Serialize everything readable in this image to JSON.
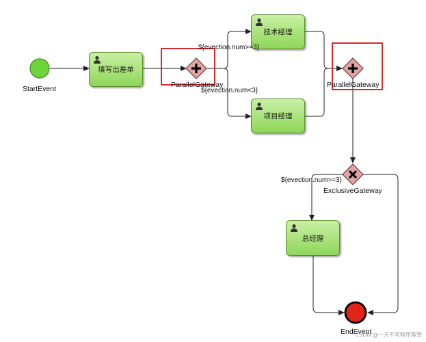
{
  "nodes": {
    "start": {
      "label": "StartEvent"
    },
    "fill": {
      "label": "填写出差单"
    },
    "pg1": {
      "label": "ParallelGateway"
    },
    "tech": {
      "label": "技术经理"
    },
    "proj": {
      "label": "项目经理"
    },
    "pg2": {
      "label": "ParallelGateway"
    },
    "eg": {
      "label": "ExclusiveGateway"
    },
    "gm": {
      "label": "总经理"
    },
    "end": {
      "label": "EndEvent"
    }
  },
  "conditions": {
    "tech": "${evection.num>=3}",
    "proj": "${evection.num<3}",
    "gm": "${evection.num>=3}"
  },
  "colors": {
    "start_fill": "#6fd33c",
    "end_fill": "#e1251b",
    "gateway_fill": "#e2a3a3",
    "highlight": "#d22b2b",
    "edge": "#222222"
  },
  "footer": "CSDN @一天不写程序难受"
}
